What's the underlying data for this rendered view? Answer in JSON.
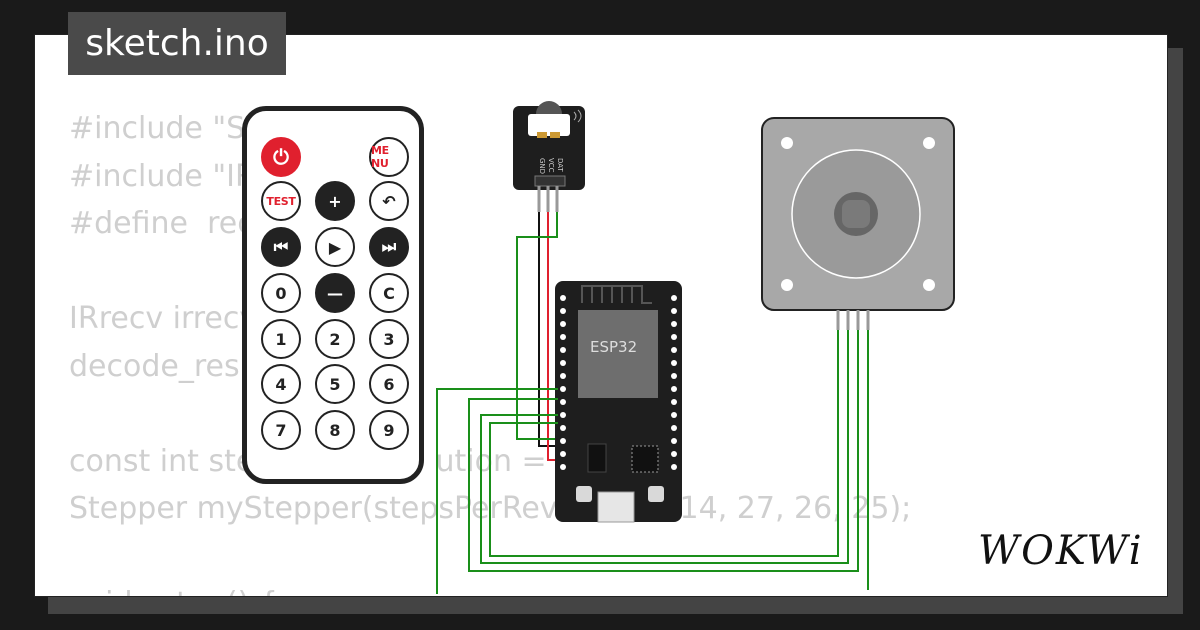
{
  "tab": {
    "title": "sketch.ino"
  },
  "code": {
    "lines": [
      "#include \"St",
      "#include \"IR",
      "#define  rec",
      "",
      "IRrecv irrecv",
      "decode_res",
      "",
      "const int ste                   ution = 2",
      "Stepper myStepper(stepsPerRevolu      , 14, 27, 26, 25);",
      "",
      "void setup() {"
    ]
  },
  "remote": {
    "buttons": [
      {
        "label": "⏻",
        "style": "power"
      },
      {
        "label": "ME NU",
        "style": "red"
      },
      {
        "label": "TEST",
        "style": "red"
      },
      {
        "label": "+",
        "style": "dark"
      },
      {
        "label": "↶",
        "style": "light"
      },
      {
        "label": "⏮",
        "style": "dark"
      },
      {
        "label": "▶",
        "style": "light"
      },
      {
        "label": "⏭",
        "style": "dark"
      },
      {
        "label": "0",
        "style": "light"
      },
      {
        "label": "—",
        "style": "dark"
      },
      {
        "label": "C",
        "style": "light"
      },
      {
        "label": "1",
        "style": "light"
      },
      {
        "label": "2",
        "style": "light"
      },
      {
        "label": "3",
        "style": "light"
      },
      {
        "label": "4",
        "style": "light"
      },
      {
        "label": "5",
        "style": "light"
      },
      {
        "label": "6",
        "style": "light"
      },
      {
        "label": "7",
        "style": "light"
      },
      {
        "label": "8",
        "style": "light"
      },
      {
        "label": "9",
        "style": "light"
      }
    ]
  },
  "ir_receiver": {
    "pins": [
      "GND",
      "VCC",
      "DAT"
    ]
  },
  "esp32": {
    "chip_label": "ESP32"
  },
  "logo": {
    "text": "WOKWi"
  },
  "colors": {
    "wire_green": "#1a8f1a",
    "wire_red": "#e0202e",
    "wire_black": "#111111",
    "board": "#1e1e1e",
    "accent_red": "#e0202e"
  }
}
